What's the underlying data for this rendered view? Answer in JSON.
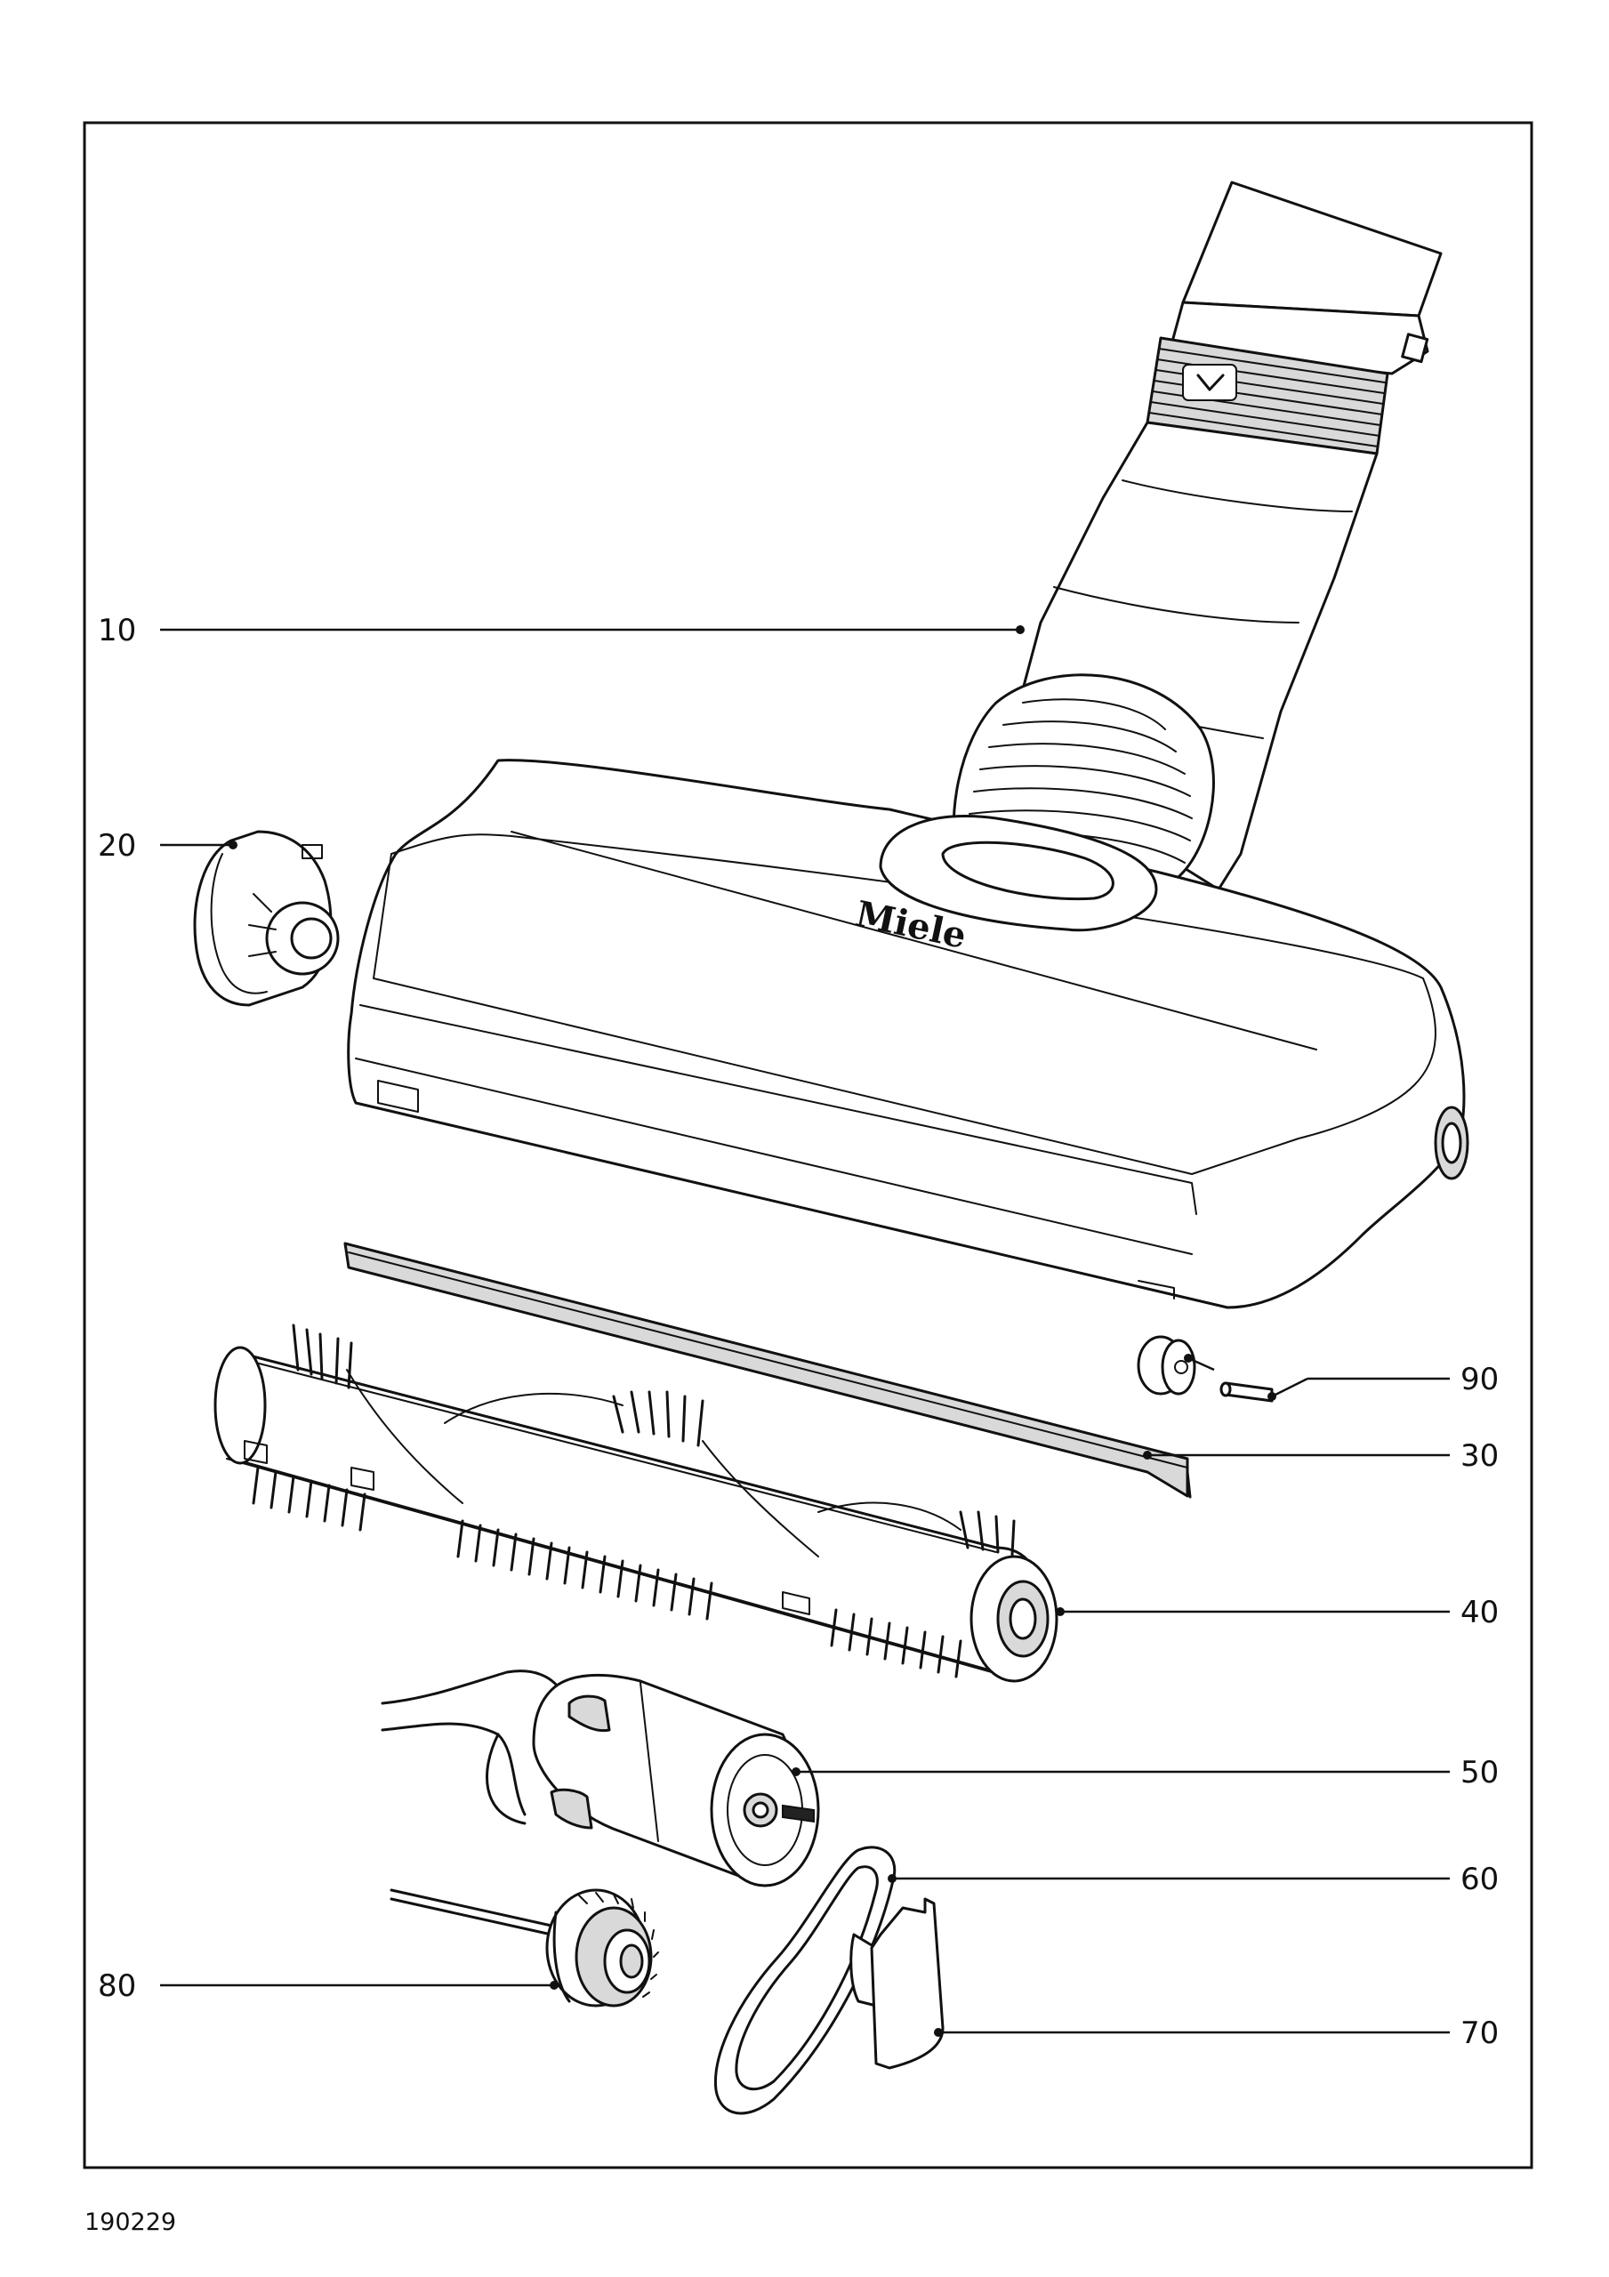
{
  "document_id": "190229",
  "brand_logo": "Miele",
  "callouts": [
    {
      "label": "10"
    },
    {
      "label": "20"
    },
    {
      "label": "30"
    },
    {
      "label": "40"
    },
    {
      "label": "50"
    },
    {
      "label": "60"
    },
    {
      "label": "70"
    },
    {
      "label": "80"
    },
    {
      "label": "90"
    }
  ]
}
